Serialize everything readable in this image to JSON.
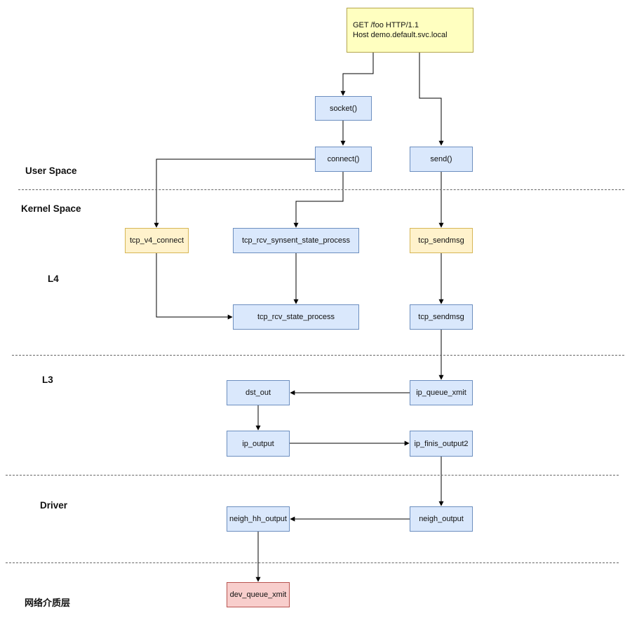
{
  "request": {
    "line1": "GET /foo HTTP/1.1",
    "line2": "Host demo.default.svc.local"
  },
  "layers": {
    "user_space": "User Space",
    "kernel_space": "Kernel Space",
    "l4": "L4",
    "l3": "L3",
    "driver": "Driver",
    "network_medium": "网络介质层"
  },
  "nodes": {
    "socket": "socket()",
    "connect": "connect()",
    "send": "send()",
    "tcp_v4_connect": "tcp_v4_connect",
    "tcp_rcv_synsent_state_process": "tcp_rcv_synsent_state_process",
    "tcp_sendmsg_1": "tcp_sendmsg",
    "tcp_rcv_state_process": "tcp_rcv_state_process",
    "tcp_sendmsg_2": "tcp_sendmsg",
    "dst_out": "dst_out",
    "ip_queue_xmit": "ip_queue_xmit",
    "ip_output": "ip_output",
    "ip_finis_output2": "ip_finis_output2",
    "neigh_hh_output": "neigh_hh_output",
    "neigh_output": "neigh_output",
    "dev_queue_xmit": "dev_queue_xmit"
  },
  "colors": {
    "blue_fill": "#dae8fc",
    "yellow_fill": "#fff2cc",
    "request_fill": "#ffffc0",
    "red_fill": "#f8cecc"
  }
}
